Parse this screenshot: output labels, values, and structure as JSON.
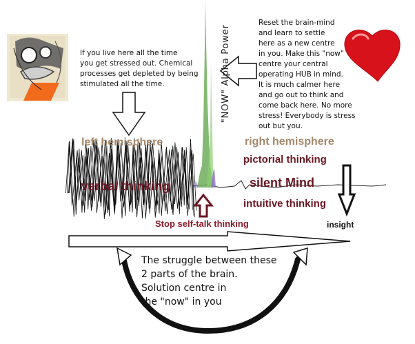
{
  "notes": {
    "left": "If you live here all the time\nyou get stressed out. Chemical\nprocesses get depleted by being\nstimulated all the time.",
    "right": "Reset the brain-mind\nand learn to settle\nhere as a new centre\nin you. Make this \"now\"\ncentre your central\noperating HUB in mind.\nIt is much calmer here\nand go out to think and\ncome back here. No more\nstress! Everybody is stress\nout but you."
  },
  "labels": {
    "alpha_power": "\"NOW\" Alpha Power",
    "left_hemisphere": "left hemisphere",
    "right_hemisphere": "right hemisphere",
    "pictorial_thinking": "pictorial thinking",
    "verbal_thinking": "verbal thinking",
    "silent_mind": "silent Mind",
    "intuitive_thinking": "intuitive thinking",
    "stop_self_talk": "Stop self-talk thinking",
    "insight": "insight",
    "struggle": "The struggle between these\n2 parts of the brain.\nSolution centre in\nthe \"now\" in you"
  },
  "colors": {
    "hemisphere_label": "#a4896d",
    "thinking_label": "#6b1622",
    "stop_label": "#8b1a2b",
    "alpha_spike": "#6fae5a",
    "alpha_spike_violet": "#8e72c8",
    "heart": "#d8121a",
    "arrow_up_border": "#6b1622",
    "orange_shape": "#f26a1b"
  },
  "icons": {
    "heart": "heart-icon",
    "brain_figure": "abstract-brain-figure",
    "arrows": [
      "arrow-down-left",
      "arrow-left",
      "arrow-up-maroon",
      "arrow-down-right",
      "arrow-right-long",
      "curved-double-arrow"
    ]
  }
}
